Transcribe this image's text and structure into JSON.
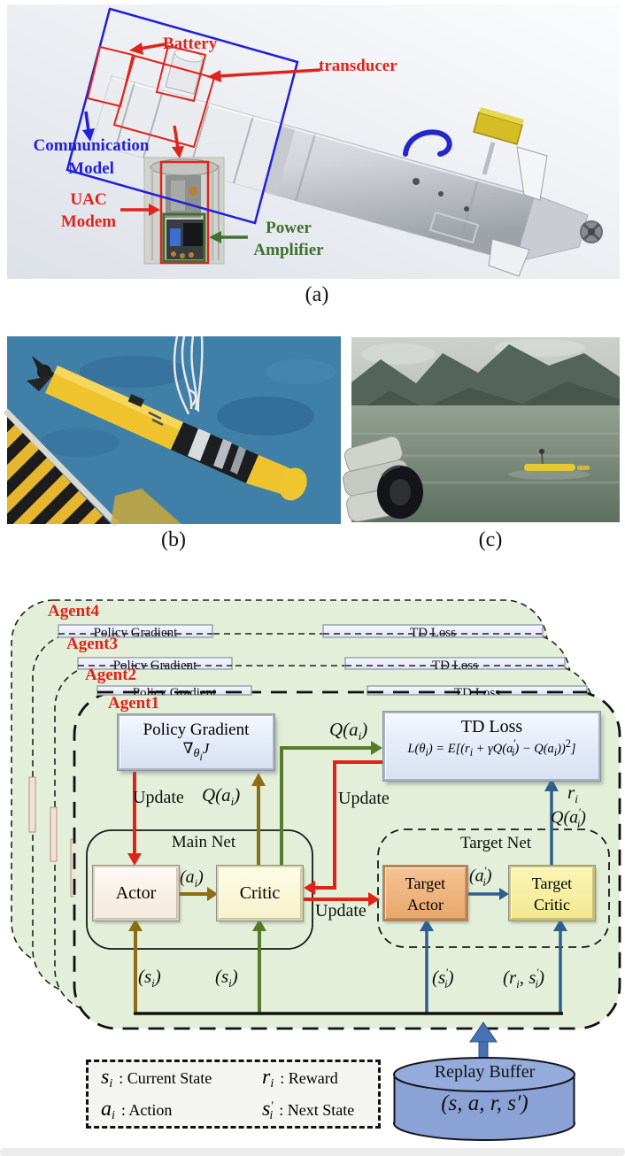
{
  "colors": {
    "annotation_red": "#e0241a",
    "annotation_blue": "#2222d8",
    "annotation_green": "#3f7030",
    "agent_panel_fill": "#e3efd8",
    "arrow_red": "#e02317",
    "arrow_olive": "#8a6d15",
    "arrow_green": "#567c2b",
    "arrow_steel": "#2e5e8e",
    "replay_blue": "#8ba2d6",
    "info_box_fill": "#e9eef8"
  },
  "panel_a": {
    "caption": "(a)",
    "labels": {
      "battery": "Battery",
      "transducer": "transducer",
      "comm1": "Communication",
      "comm2": "Model",
      "uac1": "UAC",
      "uac2": "Modem",
      "power1": "Power",
      "power2": "Amplifier"
    }
  },
  "panel_b": {
    "caption": "(b)"
  },
  "panel_c": {
    "caption": "(c)"
  },
  "diagram": {
    "agents": [
      {
        "label": "Agent4"
      },
      {
        "label": "Agent3"
      },
      {
        "label": "Agent2"
      },
      {
        "label": "Agent1"
      }
    ],
    "strip": {
      "pg": "Policy Gradient",
      "td": "TD Loss"
    },
    "policy_gradient": {
      "title": "Policy Gradient",
      "formula": {
        "nabla": "∇",
        "sub": "θ",
        "subsub": "i",
        "tail": "J"
      }
    },
    "td_loss": {
      "title": "TD Loss",
      "formula": [
        "L(θ",
        "i",
        ") = E[(r",
        "i",
        " + γQ(a",
        "′",
        "i",
        ") − Q(a",
        "i",
        "))",
        "2",
        "]"
      ]
    },
    "main_net": {
      "title": "Main Net",
      "actor": "Actor",
      "critic": "Critic"
    },
    "target_net": {
      "title": "Target Net",
      "actor1": "Target",
      "actor2": "Actor",
      "critic1": "Target",
      "critic2": "Critic"
    },
    "labels": {
      "update_pg": "Update",
      "update_td": "Update",
      "update_critic": "Update",
      "q_ai_left": [
        "Q(a",
        "i",
        ")"
      ],
      "q_ai_green": [
        "Q(a",
        "i",
        ")"
      ],
      "r_i": [
        "r",
        "i"
      ],
      "q_ai_prime": [
        "Q(a",
        "′",
        "i",
        ")"
      ],
      "a_i": [
        "(a",
        "i",
        ")"
      ],
      "a_i_prime": [
        "(a",
        "′",
        "i",
        ")"
      ],
      "s_i_1": [
        "(s",
        "i",
        ")"
      ],
      "s_i_2": [
        "(s",
        "i",
        ")"
      ],
      "s_i_prime": [
        "(s",
        "′",
        "i",
        ")"
      ],
      "r_s_prime": [
        "(r",
        "i",
        ", s",
        "′",
        "i",
        ")"
      ]
    },
    "legend": {
      "row1a_sym": "s",
      "row1a_sub": "i",
      "row1a_desc": ": Current State",
      "row1b_sym": "r",
      "row1b_sub": "i",
      "row1b_desc": ": Reward",
      "row2a_sym": "a",
      "row2a_sub": "i",
      "row2a_desc": ": Action",
      "row2b_sym": "s",
      "row2b_prime": "′",
      "row2b_sub": "i",
      "row2b_desc": ": Next State"
    },
    "replay": {
      "title": "Replay Buffer",
      "tuple": "(s, a, r, s′)"
    }
  }
}
